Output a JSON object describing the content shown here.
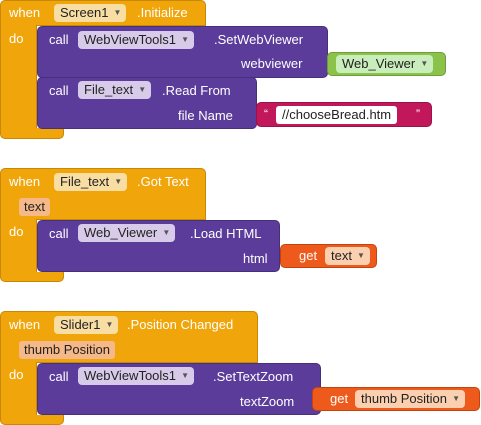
{
  "blocks": [
    {
      "event": {
        "when": "when",
        "component": "Screen1",
        "event_name": ".Initialize",
        "do": "do"
      },
      "statements": [
        {
          "call": "call",
          "component": "WebViewTools1",
          "method": ".SetWebViewer",
          "arg_label": "webviewer",
          "arg_value": {
            "type": "component",
            "text": "Web_Viewer"
          }
        },
        {
          "call": "call",
          "component": "File_text",
          "method": ".Read From",
          "arg_label": "file Name",
          "arg_value": {
            "type": "string",
            "open_quote": "“",
            "text": "//chooseBread.htm",
            "close_quote": "”"
          }
        }
      ]
    },
    {
      "event": {
        "when": "when",
        "component": "File_text",
        "event_name": ".Got Text",
        "param": "text",
        "do": "do"
      },
      "statements": [
        {
          "call": "call",
          "component": "Web_Viewer",
          "method": ".Load HTML",
          "arg_label": "html",
          "arg_value": {
            "type": "getter",
            "get": "get",
            "var": "text"
          }
        }
      ]
    },
    {
      "event": {
        "when": "when",
        "component": "Slider1",
        "event_name": ".Position Changed",
        "param": "thumb Position",
        "do": "do"
      },
      "statements": [
        {
          "call": "call",
          "component": "WebViewTools1",
          "method": ".SetTextZoom",
          "arg_label": "textZoom",
          "arg_value": {
            "type": "getter",
            "get": "get",
            "var": "thumb Position"
          }
        }
      ]
    }
  ],
  "colors": {
    "event_block": "#f0a50a",
    "call_block": "#5b3c9a",
    "component_block": "#8bc34a",
    "text_block": "#c2185b",
    "getter_block": "#ee5a1c"
  }
}
